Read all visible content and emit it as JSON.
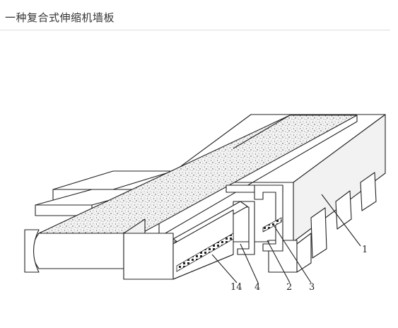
{
  "page": {
    "title": "一种复合式伸缩机墙板"
  },
  "figure": {
    "labels": [
      "1",
      "14",
      "4",
      "2",
      "3"
    ]
  }
}
